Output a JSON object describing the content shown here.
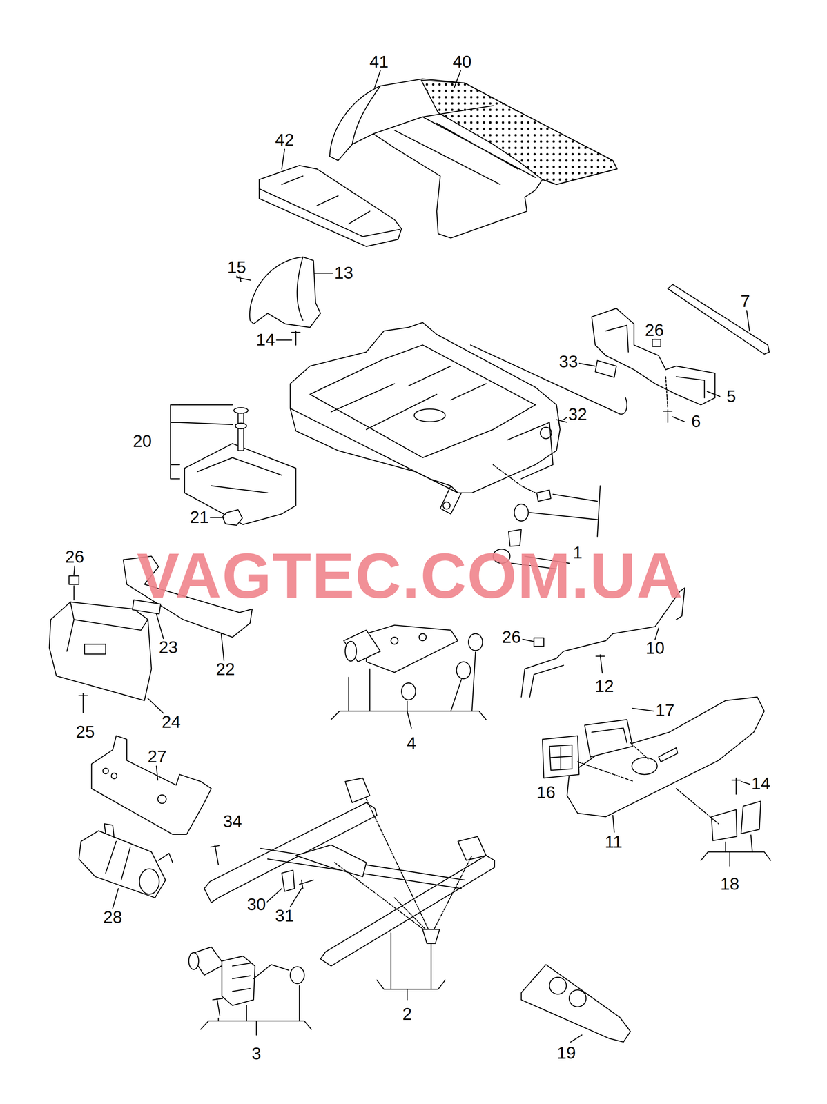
{
  "diagram": {
    "labels": [
      "41",
      "40",
      "42",
      "15",
      "13",
      "14",
      "7",
      "26",
      "33",
      "5",
      "6",
      "32",
      "20",
      "21",
      "1",
      "26",
      "23",
      "22",
      "24",
      "25",
      "4",
      "26",
      "10",
      "12",
      "17",
      "16",
      "14",
      "11",
      "27",
      "18",
      "34",
      "28",
      "30",
      "31",
      "2",
      "3",
      "19",
      "VAGTEC.COM.UA"
    ]
  }
}
